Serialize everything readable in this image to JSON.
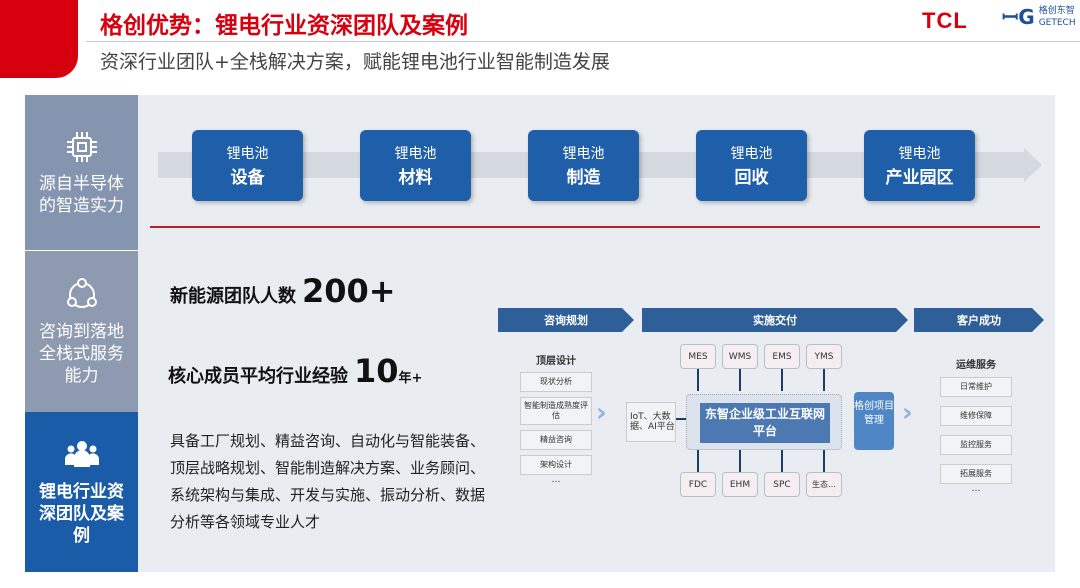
{
  "header": {
    "title": "格创优势：锂电行业资深团队及案例",
    "subtitle": "资深行业团队+全栈解决方案，赋能锂电池行业智能制造发展",
    "logo_tcl": "TCL",
    "logo_getech_cn": "格创东智",
    "logo_getech_en": "GETECH"
  },
  "sidebar": [
    {
      "label": "源自半导体的智造实力",
      "icon": "chip-icon"
    },
    {
      "label": "咨询到落地全栈式服务能力",
      "icon": "cycle-icon"
    },
    {
      "label": "锂电行业资深团队及案例",
      "icon": "team-icon"
    }
  ],
  "process": [
    {
      "top": "锂电池",
      "bottom": "设备"
    },
    {
      "top": "锂电池",
      "bottom": "材料"
    },
    {
      "top": "锂电池",
      "bottom": "制造"
    },
    {
      "top": "锂电池",
      "bottom": "回收"
    },
    {
      "top": "锂电池",
      "bottom": "产业园区"
    }
  ],
  "stats": {
    "team_label": "新能源团队人数",
    "team_value": "200+",
    "exp_label": "核心成员平均行业经验",
    "exp_value": "10",
    "exp_unit": "年+"
  },
  "description": "具备工厂规划、精益咨询、自动化与智能装备、顶层战略规划、智能制造解决方案、业务顾问、系统架构与集成、开发与实施、振动分析、数据分析等各领域专业人才",
  "diagram": {
    "phases": [
      "咨询规划",
      "实施交付",
      "客户成功"
    ],
    "consult": {
      "title": "顶层设计",
      "items": [
        "现状分析",
        "智能制造成熟度评估",
        "精益咨询",
        "架构设计"
      ],
      "more": "…"
    },
    "iot": "IoT、大数据、AI平台",
    "top_modules": [
      "MES",
      "WMS",
      "EMS",
      "YMS"
    ],
    "bottom_modules": [
      "FDC",
      "EHM",
      "SPC",
      "生态…"
    ],
    "platform": "东智企业级工业互联网平台",
    "pm": "格创项目管理",
    "service": {
      "title": "运维服务",
      "items": [
        "日常维护",
        "维修保障",
        "监控服务",
        "拓展服务"
      ],
      "more": "…"
    }
  },
  "colors": {
    "brand_red": "#d7000f",
    "blue": "#1f5ea8"
  }
}
